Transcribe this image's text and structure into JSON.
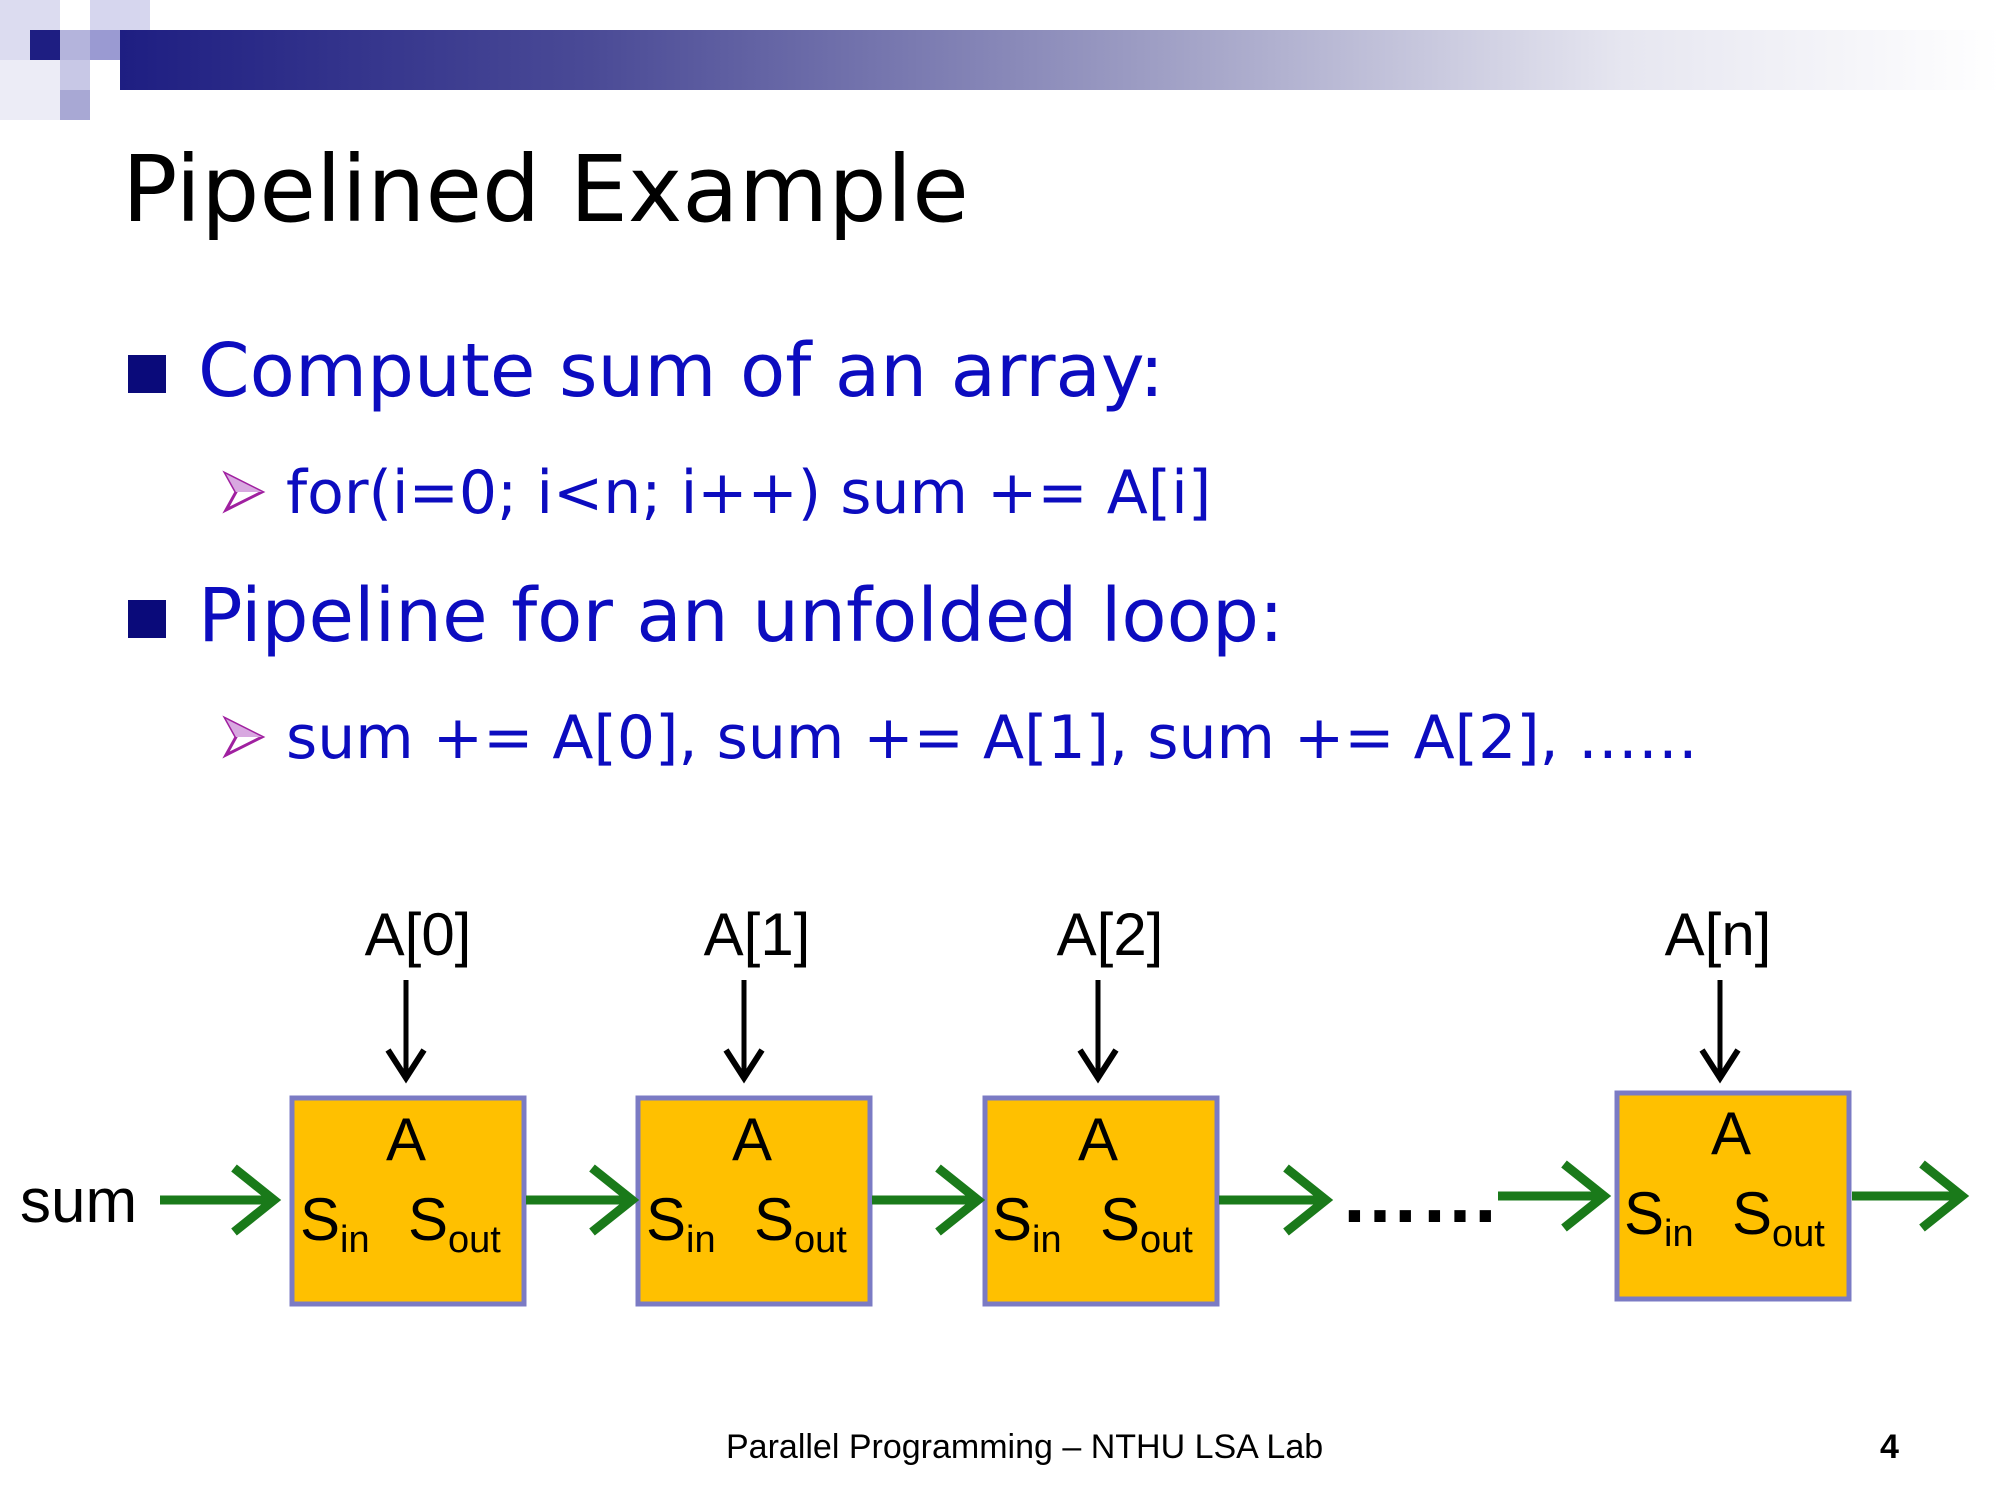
{
  "slide": {
    "title": "Pipelined Example",
    "bullets": [
      {
        "text": "Compute sum of an array:",
        "sub": "for(i=0; i<n; i++) sum += A[i]"
      },
      {
        "text": "Pipeline for an unfolded loop:",
        "sub": "sum += A[0], sum += A[1], sum += A[2], ……"
      }
    ]
  },
  "diagram": {
    "input_label": "sum",
    "stages": [
      {
        "input": "A[0]",
        "name": "A",
        "s": "S",
        "in_sub": "in",
        "out_sub": "out"
      },
      {
        "input": "A[1]",
        "name": "A",
        "s": "S",
        "in_sub": "in",
        "out_sub": "out"
      },
      {
        "input": "A[2]",
        "name": "A",
        "s": "S",
        "in_sub": "in",
        "out_sub": "out"
      },
      {
        "input": "A[n]",
        "name": "A",
        "s": "S",
        "in_sub": "in",
        "out_sub": "out"
      }
    ],
    "ellipsis": "……",
    "colors": {
      "box_fill": "#ffc000",
      "box_border": "#7b7bc4",
      "flow_arrow": "#1a7a1a",
      "input_arrow": "#000000"
    }
  },
  "footer": {
    "text": "Parallel Programming – NTHU LSA Lab",
    "page_number": "4"
  },
  "icons": {
    "bullet_level1": "square-bullet-icon",
    "bullet_level2": "triangle-arrow-bullet-icon",
    "corner": "checker-squares-decoration"
  }
}
